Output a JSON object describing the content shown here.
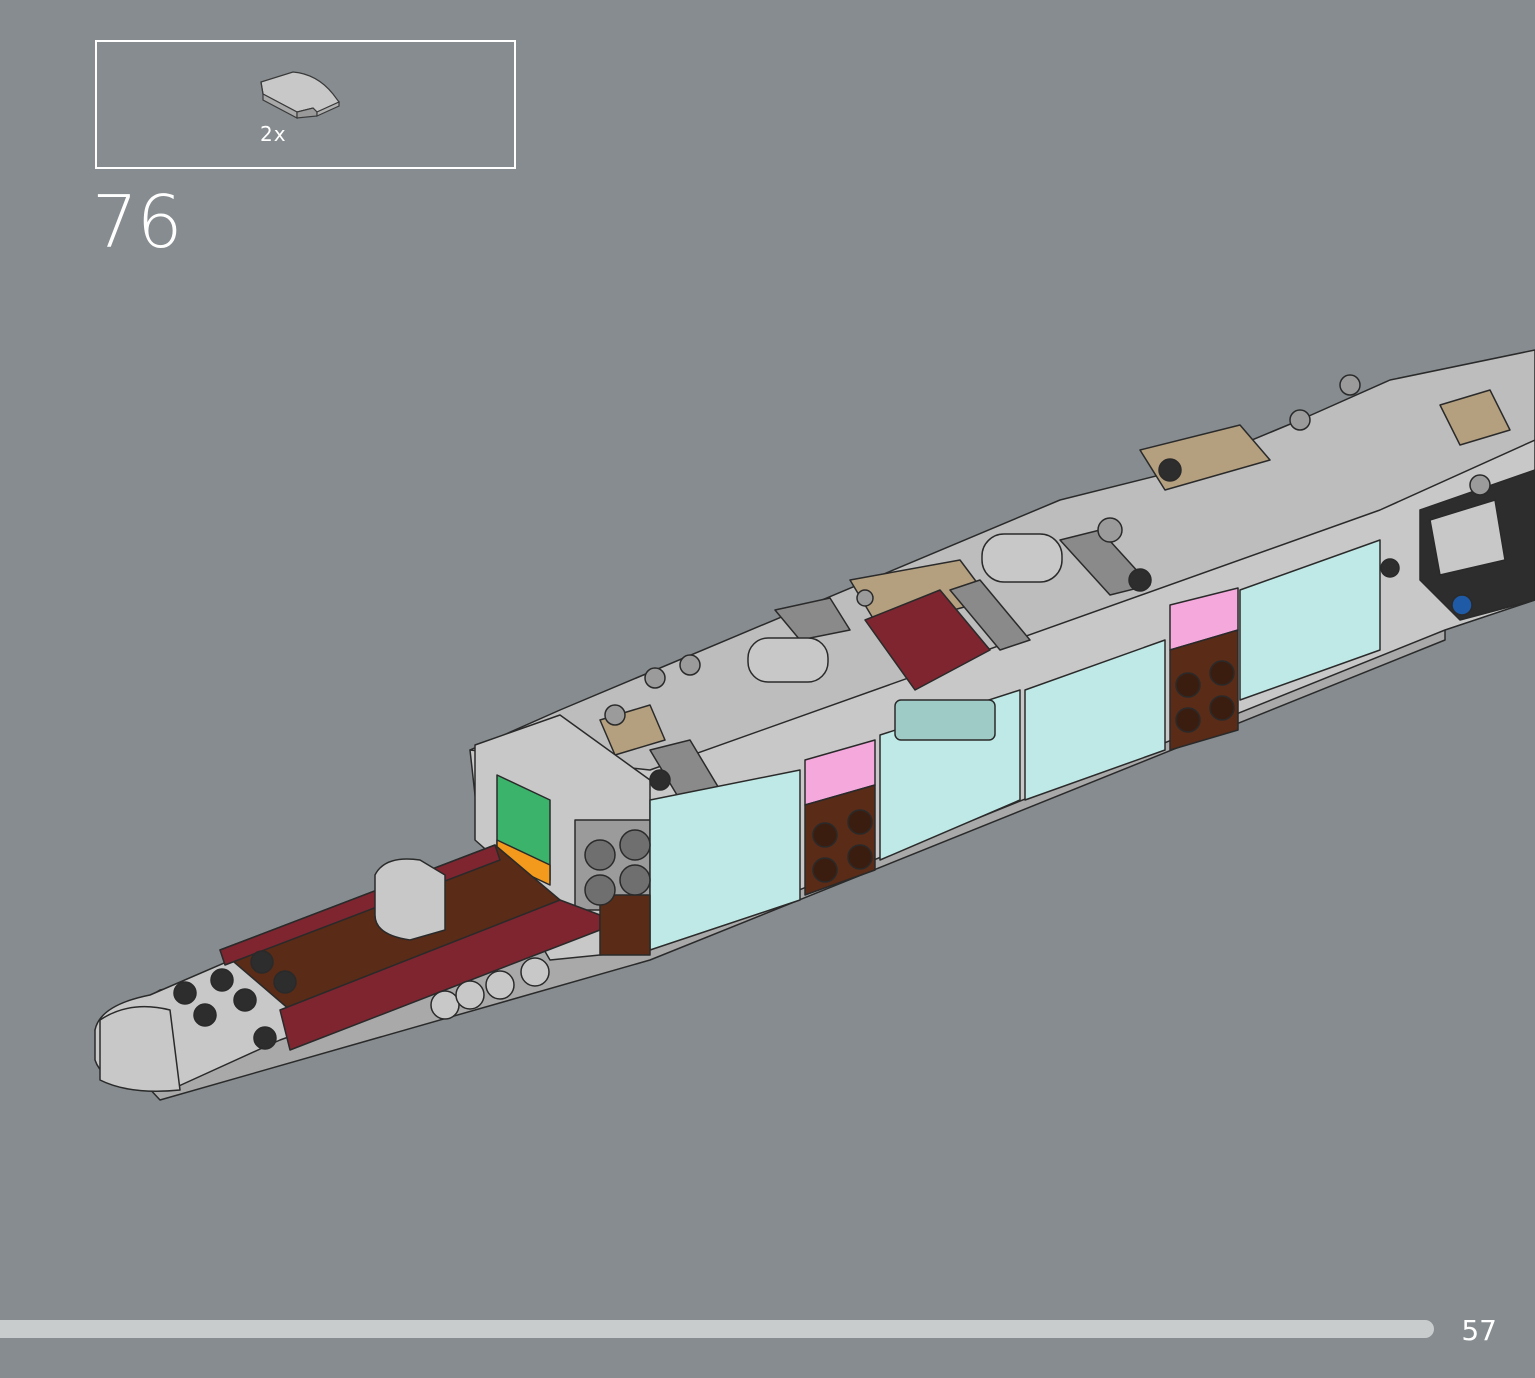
{
  "step": {
    "number": "76",
    "parts": [
      {
        "icon": "curved-slope-tile-icon",
        "quantity": "2x",
        "color": "#c8c8c8"
      }
    ]
  },
  "footer": {
    "page_number": "57"
  },
  "colors": {
    "background": "#868c8f",
    "hull_light_gray": "#c8c8c8",
    "hull_dark_gray": "#8a8a8a",
    "dark_red": "#7e2530",
    "tan": "#b4a07f",
    "reddish_brown": "#5a2b17",
    "trans_light_blue": "#bfe9e6",
    "pink": "#f4a8dc",
    "green": "#3bb36a",
    "orange": "#f39a1d",
    "black": "#2d2d2d",
    "blue": "#1f5aa6",
    "progress_bar": "#c9cccd"
  }
}
